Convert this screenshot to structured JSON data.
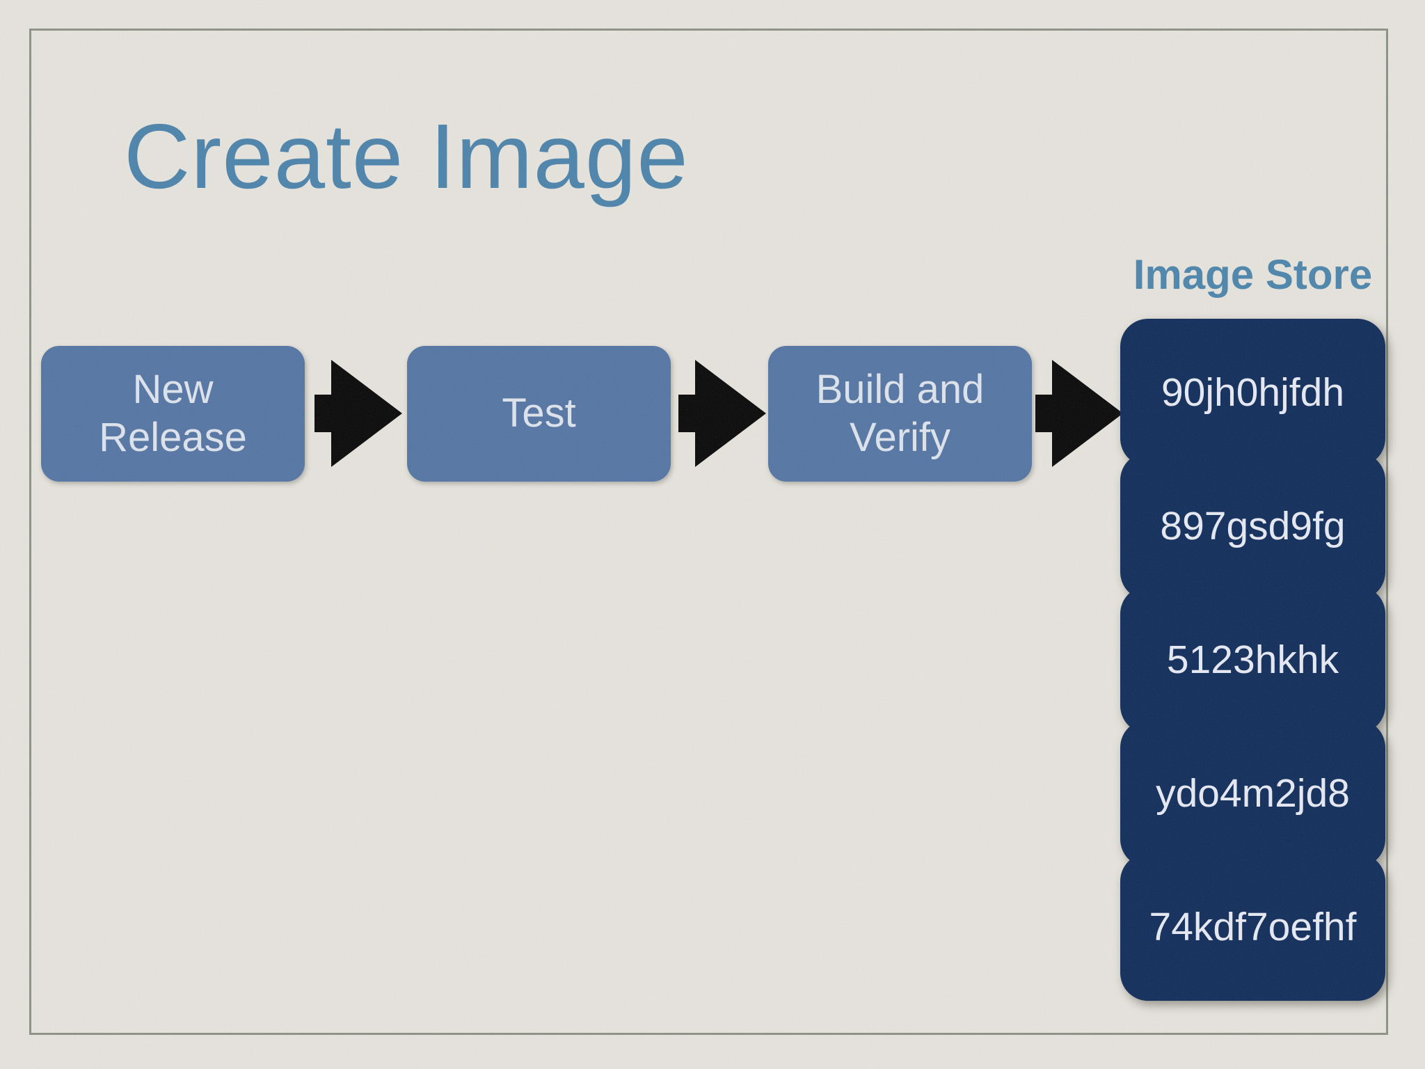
{
  "slide": {
    "title": "Create Image"
  },
  "flow": {
    "nodes": [
      {
        "label": "New Release"
      },
      {
        "label": "Test"
      },
      {
        "label": "Build and Verify"
      }
    ],
    "arrow_icon": "right-block-arrow"
  },
  "image_store": {
    "label": "Image Store",
    "items": [
      "90jh0hjfdh",
      "897gsd9fg",
      "5123hkhk",
      "ydo4m2jd8",
      "74kdf7oefhf"
    ]
  },
  "colors": {
    "background": "#e5e3dc",
    "frame_border": "#8e9186",
    "title_text": "#4e84ab",
    "flow_node_fill": "#5676a4",
    "flow_node_text": "#dde3ec",
    "arrow_fill": "#0b0b0b",
    "store_label_text": "#4e86ac",
    "store_item_fill": "#132f5c",
    "store_item_text": "#e6e9f2"
  }
}
